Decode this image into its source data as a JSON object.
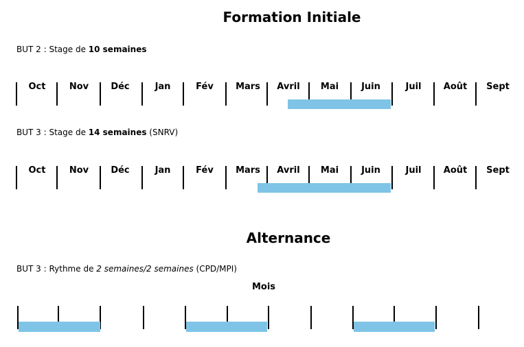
{
  "formation_initiale": {
    "title": "Formation Initiale",
    "but2": {
      "prefix": "BUT 2 : Stage de ",
      "duration": "10 semaines",
      "suffix": ""
    },
    "but3": {
      "prefix": "BUT 3 : Stage de ",
      "duration": "14 semaines",
      "suffix": " (SNRV)"
    },
    "months": [
      "Oct",
      "Nov",
      "Déc",
      "Jan",
      "Fév",
      "Mars",
      "Avril",
      "Mai",
      "Juin",
      "Juil",
      "Août",
      "Sept"
    ]
  },
  "alternance": {
    "title": "Alternance",
    "caption": {
      "prefix": "BUT 3 : Rythme de ",
      "rhythm": "2 semaines/2 semaines",
      "suffix": " (CPD/MPI)"
    },
    "unit_label": "Mois"
  },
  "colors": {
    "bar": "#7fc4e6",
    "tick": "#000000"
  }
}
